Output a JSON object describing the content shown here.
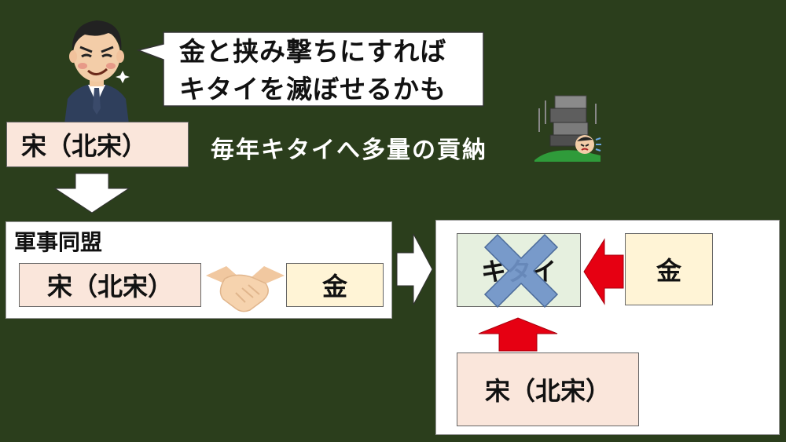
{
  "speech_bubble": {
    "line1": "金と挟み撃ちにすれば",
    "line2": "キタイを滅ぼせるかも"
  },
  "top_song_label": "宋（北宋）",
  "tribute_caption": "毎年キタイへ多量の貢納",
  "alliance": {
    "title": "軍事同盟",
    "song_label": "宋（北宋）",
    "jin_label": "金"
  },
  "result": {
    "kitai_label": "キタイ",
    "jin_label": "金",
    "song_label": "宋（北宋）"
  },
  "colors": {
    "background": "#2b3e1c",
    "song_box": "#fae6db",
    "jin_box": "#fff4d6",
    "kitai_box": "#e6f0df",
    "attack_arrow": "#e60012",
    "cross": "#6f93c8"
  }
}
